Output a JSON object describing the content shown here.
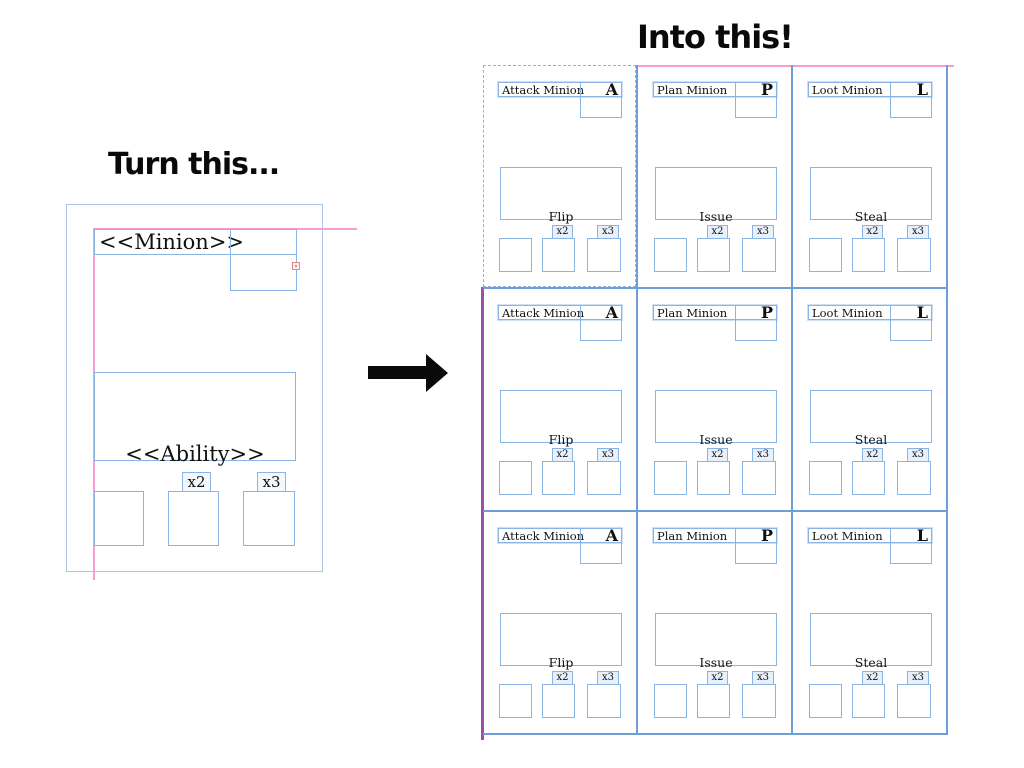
{
  "left_panel": {
    "title": "Turn this...",
    "template_card": {
      "name_placeholder": "<<Minion>>",
      "ability_placeholder": "<<Ability>>",
      "multiplier_2": "x2",
      "multiplier_3": "x3"
    }
  },
  "icons": {
    "transform_arrow": "right-arrow"
  },
  "right_panel": {
    "title": "Into this!",
    "cards": [
      {
        "name": "Attack Minion",
        "letter": "A",
        "ability": "Flip",
        "multiplier_2": "x2",
        "multiplier_3": "x3"
      },
      {
        "name": "Plan Minion",
        "letter": "P",
        "ability": "Issue",
        "multiplier_2": "x2",
        "multiplier_3": "x3"
      },
      {
        "name": "Loot Minion",
        "letter": "L",
        "ability": "Steal",
        "multiplier_2": "x2",
        "multiplier_3": "x3"
      },
      {
        "name": "Attack Minion",
        "letter": "A",
        "ability": "Flip",
        "multiplier_2": "x2",
        "multiplier_3": "x3"
      },
      {
        "name": "Plan Minion",
        "letter": "P",
        "ability": "Issue",
        "multiplier_2": "x2",
        "multiplier_3": "x3"
      },
      {
        "name": "Loot Minion",
        "letter": "L",
        "ability": "Steal",
        "multiplier_2": "x2",
        "multiplier_3": "x3"
      },
      {
        "name": "Attack Minion",
        "letter": "A",
        "ability": "Flip",
        "multiplier_2": "x2",
        "multiplier_3": "x3"
      },
      {
        "name": "Plan Minion",
        "letter": "P",
        "ability": "Issue",
        "multiplier_2": "x2",
        "multiplier_3": "x3"
      },
      {
        "name": "Loot Minion",
        "letter": "L",
        "ability": "Steal",
        "multiplier_2": "x2",
        "multiplier_3": "x3"
      }
    ]
  },
  "colors": {
    "frame_blue": "#8ab4e4",
    "outer_blue": "#a9c6ea",
    "grid_blue": "#6d9ed8",
    "guide_pink": "#fa9cd4",
    "guide_purple": "#9950a8",
    "arrow_black": "#0a0a0a"
  }
}
